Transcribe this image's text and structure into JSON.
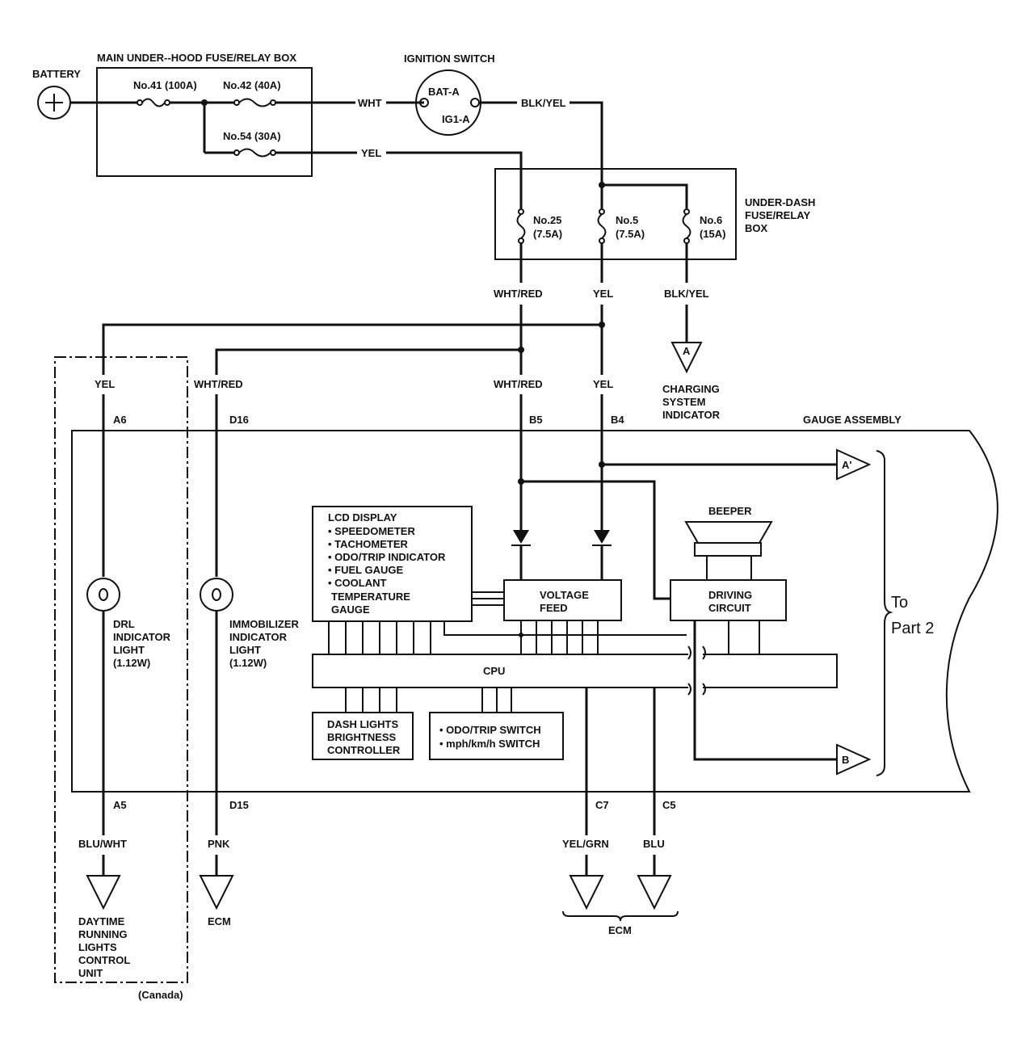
{
  "power": {
    "battery_label": "BATTERY",
    "main_box_label": "MAIN UNDER--HOOD FUSE/RELAY BOX",
    "fuse41": "No.41 (100A)",
    "fuse42": "No.42 (40A)",
    "fuse54": "No.54 (30A)",
    "ignition_label": "IGNITION SWITCH",
    "ign_bat": "BAT-A",
    "ign_ig1": "IG1-A",
    "wire_wht": "WHT",
    "wire_yel_top": "YEL",
    "wire_blk_yel_top": "BLK/YEL"
  },
  "underdash": {
    "label_1": "UNDER-DASH",
    "label_2": "FUSE/RELAY",
    "label_3": "BOX",
    "fuse25_a": "No.25",
    "fuse25_b": "(7.5A)",
    "fuse5_a": "No.5",
    "fuse5_b": "(7.5A)",
    "fuse6_a": "No.6",
    "fuse6_b": "(15A)",
    "out_wht_red": "WHT/RED",
    "out_yel": "YEL",
    "out_blk_yel": "BLK/YEL",
    "charging_conn": "A",
    "charging_1": "CHARGING",
    "charging_2": "SYSTEM",
    "charging_3": "INDICATOR"
  },
  "gauge": {
    "assembly_label": "GAUGE ASSEMBLY",
    "wire_yel_left": "YEL",
    "wire_wht_red_left": "WHT/RED",
    "wire_wht_red_mid": "WHT/RED",
    "wire_yel_mid": "YEL",
    "pin_a6": "A6",
    "pin_d16": "D16",
    "pin_b5": "B5",
    "pin_b4": "B4",
    "pin_a5": "A5",
    "pin_d15": "D15",
    "pin_c7": "C7",
    "pin_c5": "C5",
    "drl_1": "DRL",
    "drl_2": "INDICATOR",
    "drl_3": "LIGHT",
    "drl_4": "(1.12W)",
    "immo_1": "IMMOBILIZER",
    "immo_2": "INDICATOR",
    "immo_3": "LIGHT",
    "immo_4": "(1.12W)",
    "lcd_title": "LCD DISPLAY",
    "lcd_items": [
      "• SPEEDOMETER",
      "• TACHOMETER",
      "• ODO/TRIP INDICATOR",
      "• FUEL GAUGE",
      "• COOLANT"
    ],
    "lcd_tail_1": "TEMPERATURE",
    "lcd_tail_2": "GAUGE",
    "voltage_1": "VOLTAGE",
    "voltage_2": "FEED",
    "beeper": "BEEPER",
    "driving_1": "DRIVING",
    "driving_2": "CIRCUIT",
    "cpu": "CPU",
    "dash_1": "DASH LIGHTS",
    "dash_2": "BRIGHTNESS",
    "dash_3": "CONTROLLER",
    "switch_1": "• ODO/TRIP SWITCH",
    "switch_2": "• mph/km/h SWITCH",
    "conn_a_prime": "A'",
    "conn_b": "B",
    "to_part_1": "To",
    "to_part_2": "Part 2"
  },
  "bottom": {
    "wire_blu_wht": "BLU/WHT",
    "wire_pnk": "PNK",
    "wire_yel_grn": "YEL/GRN",
    "wire_blu": "BLU",
    "drl_unit": [
      "DAYTIME",
      "RUNNING",
      "LIGHTS",
      "CONTROL",
      "UNIT"
    ],
    "canada": "(Canada)",
    "ecm_left": "ECM",
    "ecm_right": "ECM"
  }
}
